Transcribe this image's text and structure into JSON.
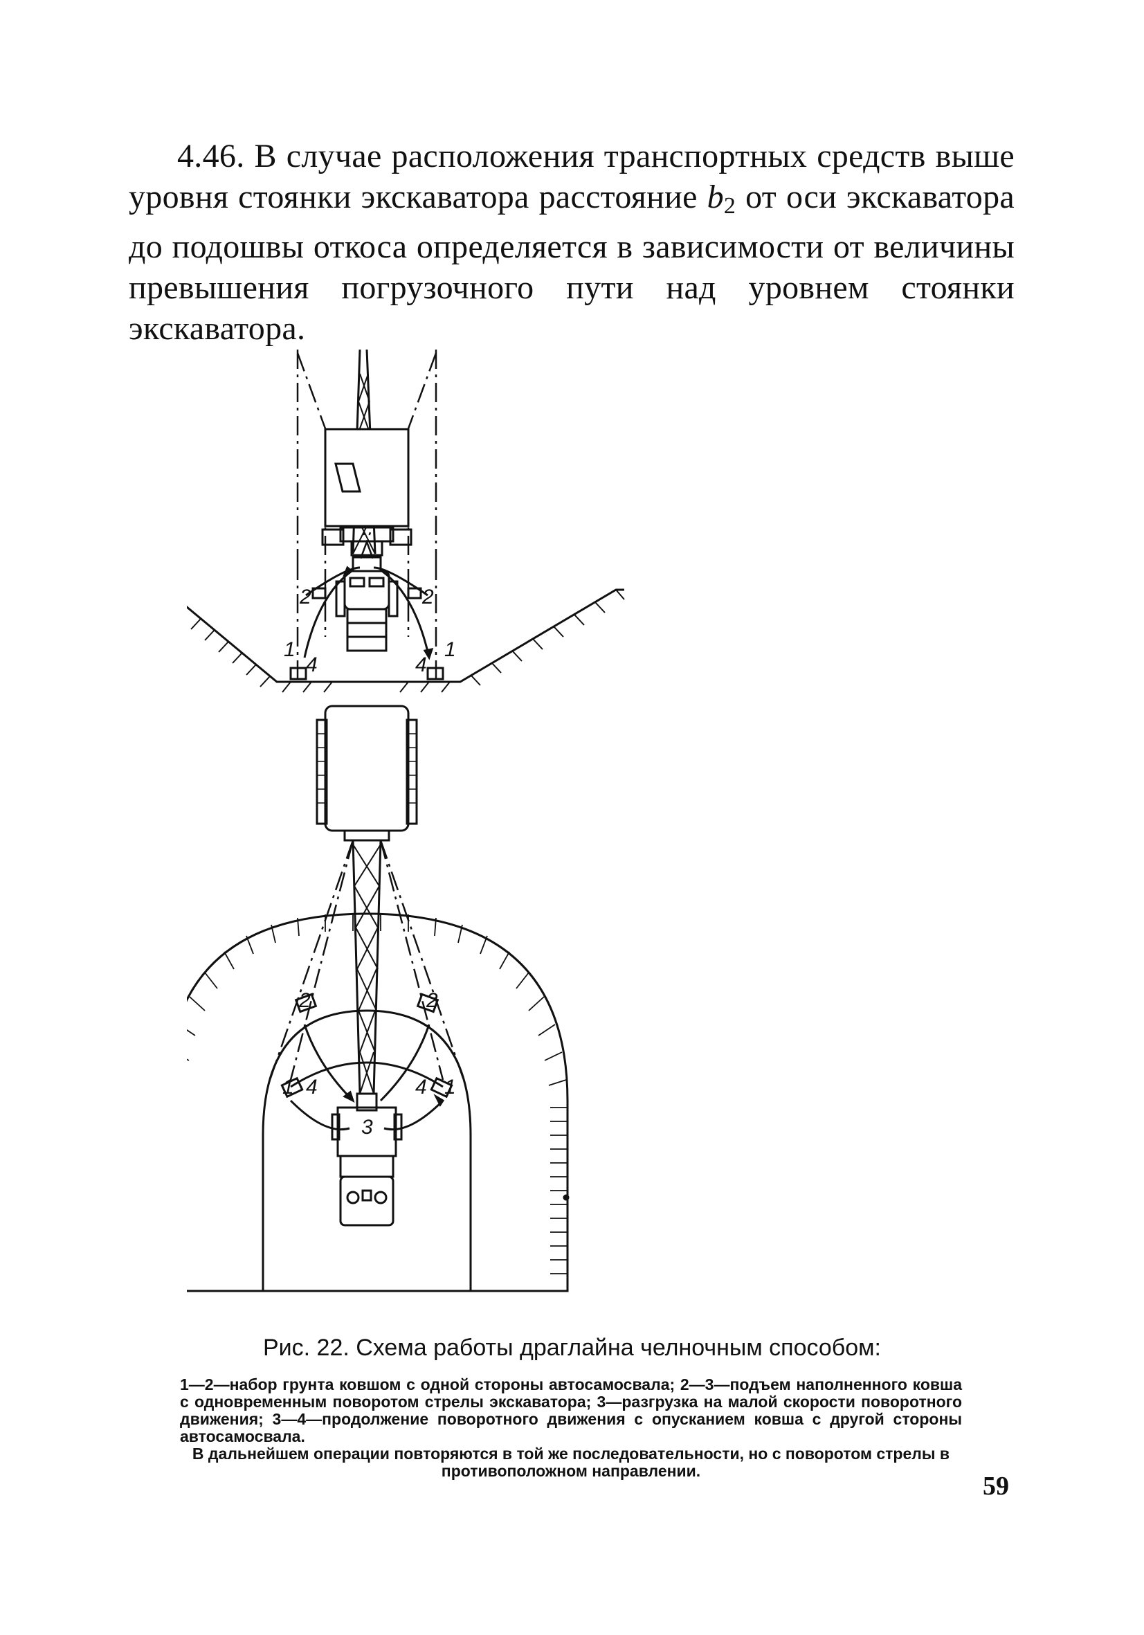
{
  "paragraph": {
    "text_before": "4.46. В случае расположения транспортных средств выше уровня стоянки экскаватора расстояние ",
    "var": "b",
    "var_sub": "2",
    "text_after": " от оси экскаватора до подошвы откоса определяется в зависимости от величины превышения погрузочного пути над уровнем стоянки экскаватора."
  },
  "figure": {
    "labels": {
      "l1": "1",
      "l2": "2",
      "l3": "3",
      "l4": "4"
    }
  },
  "caption": {
    "title": "Рис. 22. Схема работы драглайна челночным способом:",
    "body": "1—2—набор грунта ковшом с одной стороны автосамосвала; 2—3—подъем наполненного ковша с одновременным поворотом стрелы экскаватора; 3—разгрузка на малой скорости поворотного движения; 3—4—продолжение поворотного движения с опусканием ковша с другой стороны автосамосвала.",
    "body_last": "В дальнейшем операции повторяются в той же последовательности, но с поворотом стрелы в противоположном направлении."
  },
  "page_number": "59"
}
